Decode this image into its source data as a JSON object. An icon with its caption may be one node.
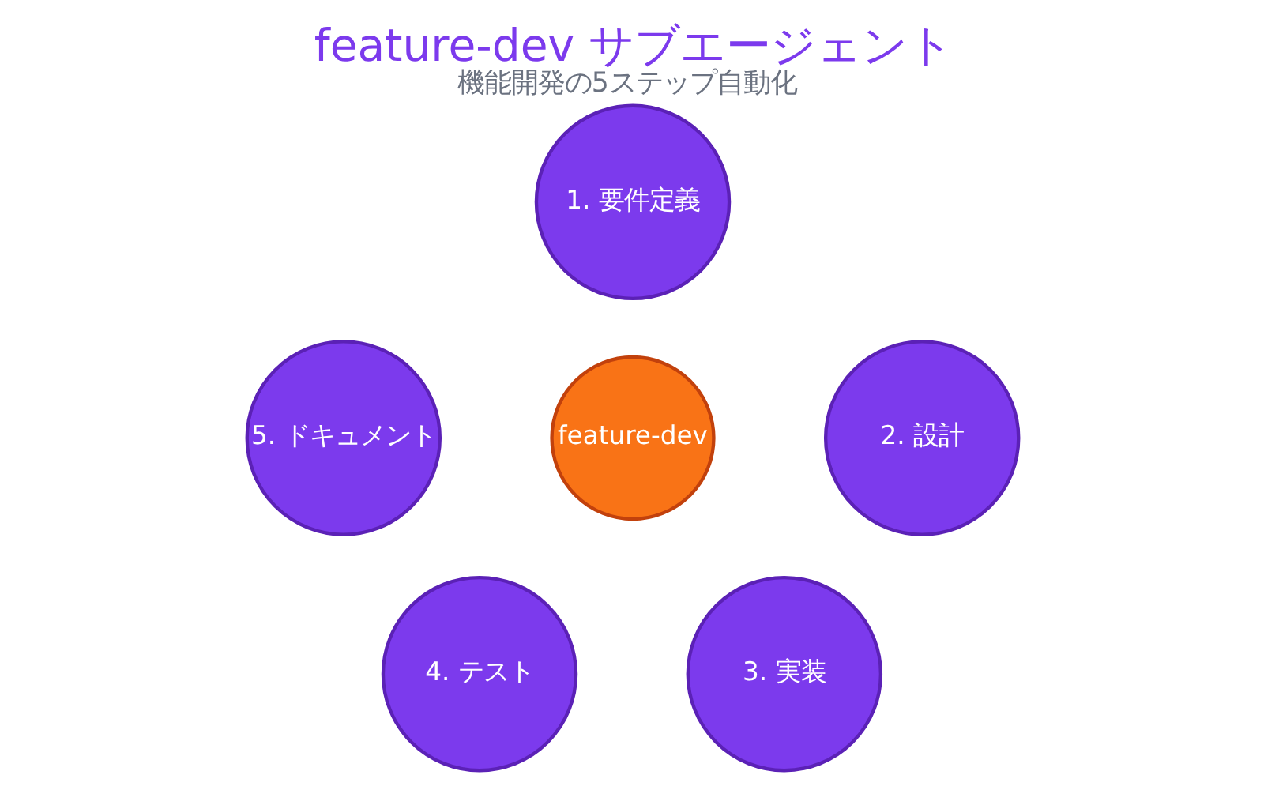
{
  "diagram": {
    "title": "feature-dev サブエージェント",
    "caption": "機能開発の5ステップ自動化",
    "nodes": [
      {
        "text": [
          "1. 要件定義"
        ]
      },
      {
        "text": [
          "5. ドキュメント"
        ]
      },
      {
        "text": [
          "feature-dev"
        ]
      },
      {
        "text": [
          "2. 設計"
        ]
      },
      {
        "text": [
          "4. テスト"
        ]
      },
      {
        "text": [
          "3. 実装"
        ]
      }
    ]
  }
}
